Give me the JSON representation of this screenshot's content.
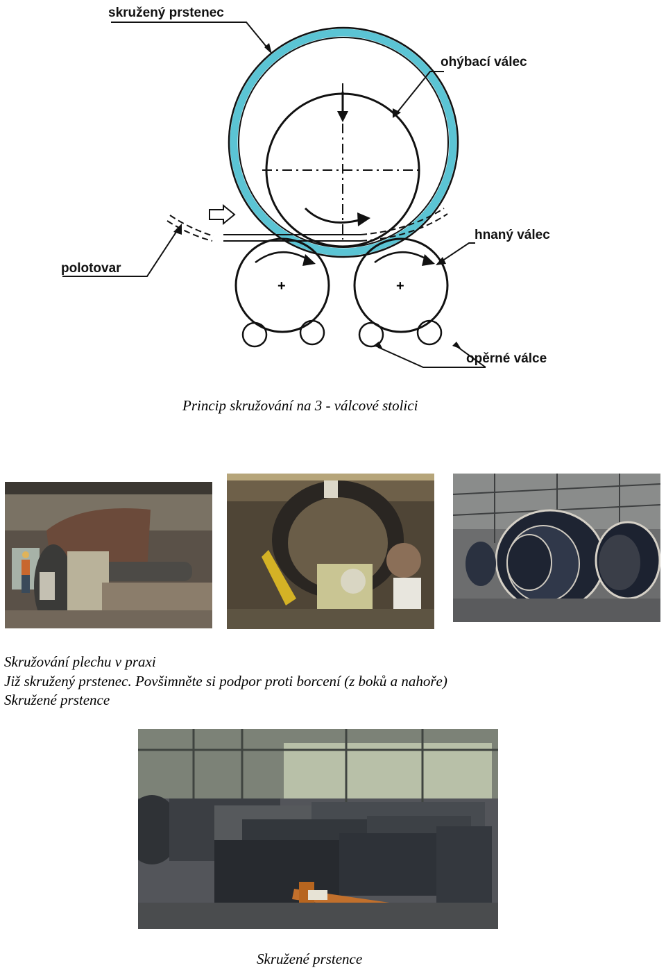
{
  "diagram": {
    "labels": {
      "ring": "skružený prstenec",
      "bending_roll": "ohýbací válec",
      "blank": "polotovar",
      "driven_roll": "hnaný válec",
      "support_rolls": "opěrné válce"
    },
    "ring_color": "#5bc4d4"
  },
  "caption_diagram": "Princip skružování na 3 - válcové stolici",
  "text_block": {
    "line1": "Skružování plechu v praxi",
    "line2": "Již skružený prstenec. Povšimněte si  podpor proti borcení (z boků a nahoře)",
    "line3": " Skružené prstence"
  },
  "caption_bottom": "Skružené prstence"
}
